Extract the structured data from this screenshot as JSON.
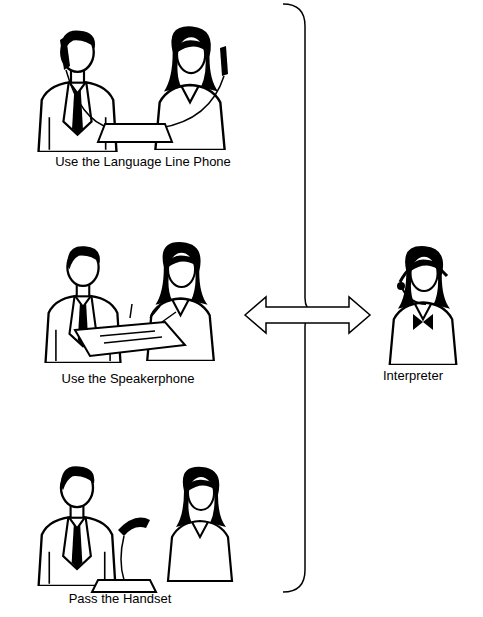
{
  "diagram": {
    "labels": [
      "Use the Language Line Phone",
      "Use the Speakerphone",
      "Pass the Handset",
      "Interpreter"
    ]
  }
}
